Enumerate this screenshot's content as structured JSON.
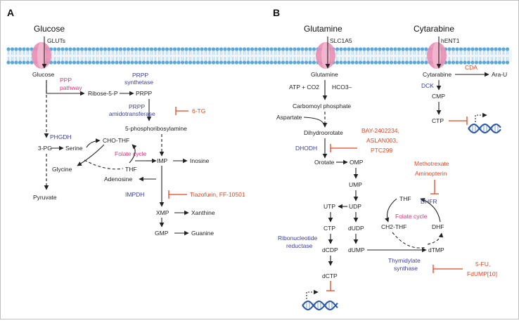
{
  "panels": {
    "a": {
      "letter": "A",
      "title": "Glucose",
      "transporter": "GLUTs",
      "nodes": {
        "glucose": "Glucose",
        "ribose5p": "Ribose-5-P",
        "prpp": "PRPP",
        "phosphoribosylamine": "5-phosphoribosylamine",
        "pg3": "3-PG",
        "serine": "Serine",
        "chothf": "CHO-THF",
        "glycine": "Glycine",
        "thf": "THF",
        "imp": "IMP",
        "adenosine": "Adenosine",
        "inosine": "Inosine",
        "xmp": "XMP",
        "xanthine": "Xanthine",
        "gmp": "GMP",
        "guanine": "Guanine",
        "pyruvate": "Pyruvate"
      },
      "labels": {
        "ppp_line1": "PPP",
        "ppp_line2": "pathway",
        "prpp_syn_line1": "PRPP",
        "prpp_syn_line2": "synthetase",
        "prpp_amido_line1": "PRPP",
        "prpp_amido_line2": "amidotransferase",
        "phgdh": "PHGDH",
        "folate_cycle": "Folate cycle",
        "impdh": "IMPDH"
      },
      "inhibitors": {
        "tg": "6-TG",
        "tiazofurin": "Tiazofurin, FF-10501"
      }
    },
    "b": {
      "letter": "B",
      "title_glutamine": "Glutamine",
      "title_cytarabine": "Cytarabine",
      "transporter_slc": "SLC1A5",
      "transporter_hent": "hENT1",
      "nodes": {
        "glutamine": "Glutamine",
        "atp_co2": "ATP + CO2",
        "hco3": "HCO3–",
        "carbomoyl": "Carbomoyl phosphate",
        "aspartate": "Aspartate",
        "dihydroorotate": "Dihydroorotate",
        "orotate": "Orotate",
        "omp": "OMP",
        "ump": "UMP",
        "udp": "UDP",
        "utp": "UTP",
        "ctp": "CTP",
        "dcdp": "dCDP",
        "dctp": "dCTP",
        "dudp": "dUDP",
        "dump": "dUMP",
        "dtmp": "dTMP",
        "thf": "THF",
        "ch2thf": "CH2-THF",
        "dhf": "DHF",
        "cytarabine": "Cytarabine",
        "arau": "Ara-U",
        "cmp": "CMP",
        "ctp2": "CTP"
      },
      "labels": {
        "dhodh": "DHODH",
        "rnr_line1": "Ribonucleotide",
        "rnr_line2": "reductase",
        "folate_cycle": "Folate cycle",
        "dhfr": "DHFR",
        "ts_line1": "Thymidylate",
        "ts_line2": "synthase",
        "cda": "CDA",
        "dck": "DCK"
      },
      "inhibitors": {
        "bay_line1": "BAY-2402234,",
        "bay_line2": "ASLAN003,",
        "bay_line3": "PTC299",
        "mtx_line1": "Methotrexate",
        "mtx_line2": "Aminopterin",
        "fu_line1": "5-FU,",
        "fu_line2": "FdUMP[10]"
      }
    }
  },
  "colors": {
    "enzyme": "#3b3f9a",
    "pathway": "#e0337c",
    "inhibitor": "#e8431f",
    "membrane_head": "#5aa7d8",
    "transporter": "#ea8fb3",
    "dna": "#2a55a6"
  }
}
